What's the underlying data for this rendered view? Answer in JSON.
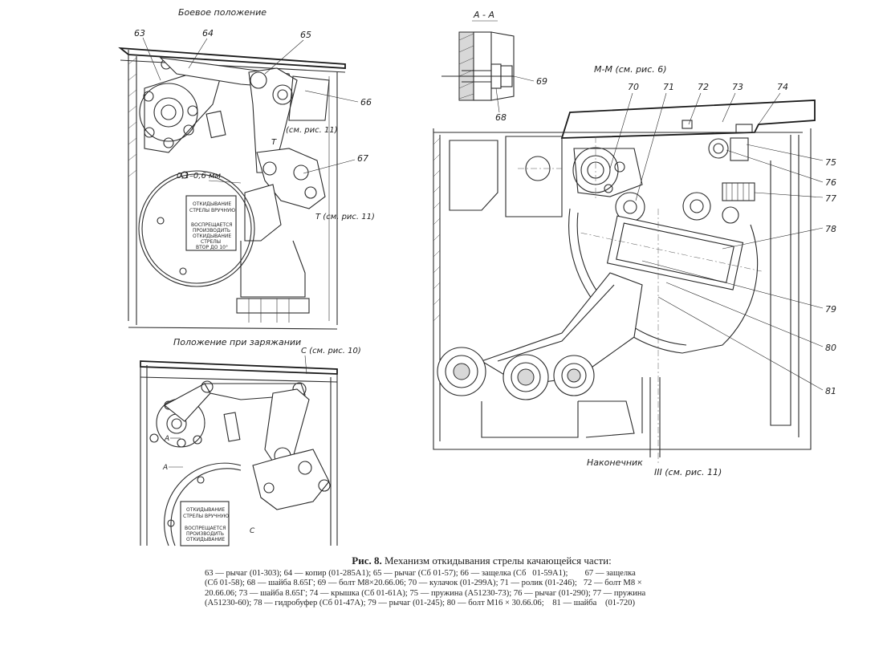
{
  "views": {
    "combat": {
      "title": "Боевое положение"
    },
    "loading": {
      "title": "Положение при заряжании"
    },
    "section_aa": {
      "title": "А - А"
    },
    "section_mm": {
      "title": "М-М (см. рис. 6)"
    }
  },
  "callouts": {
    "c63": "63",
    "c64": "64",
    "c65": "65",
    "c66": "66",
    "c67": "67",
    "c68": "68",
    "c69": "69",
    "c70": "70",
    "c71": "71",
    "c72": "72",
    "c73": "73",
    "c74": "74",
    "c75": "75",
    "c76": "76",
    "c77": "77",
    "c78": "78",
    "c79": "79",
    "c80": "80",
    "c81": "81"
  },
  "annotations": {
    "see_fig11_top": "(см. рис. 11)",
    "t_label": "T",
    "t_see_fig11": "T (см. рис. 11)",
    "gap": "0,1–0,6 мм",
    "c_see_fig10": "С (см. рис. 10)",
    "a_label": "А",
    "c_label": "С",
    "tip": "Наконечник",
    "iii_see_fig11": "III (см. рис. 11)"
  },
  "plate_texts": {
    "plate1": [
      "ОТКИДЫВАНИЕ",
      "СТРЕЛЫ ВРУЧНУЮ",
      "ВОСПРЕЩАЕТСЯ",
      "ПРОИЗВОДИТЬ",
      "ОТКИДЫВАНИЕ",
      "СТРЕЛЫ",
      "ВТОР ДО 10°"
    ],
    "plate2": [
      "ОТКИДЫВАНИЕ",
      "СТРЕЛЫ ВРУЧНУЮ",
      "ВОСПРЕЩАЕТСЯ",
      "ПРОИЗВОДИТЬ",
      "ОТКИДЫВАНИЕ"
    ]
  },
  "caption": {
    "fig_label": "Рис. 8.",
    "title": "Механизм откидывания стрелы качающейся части:",
    "lines": [
      "63 — рычаг (01-303); 64 — копир (01-285А1); 65 — рычаг (Сб 01-57); 66 — защелка (Сб   01-59А1);        67 — защелка",
      "(Сб 01-58); 68 — шайба 8.65Г; 69 — болт М8×20.66.06; 70 — кулачок (01-299А); 71 — ролик (01-246);   72 — болт М8 ×",
      "20.66.06; 73 — шайба 8.65Г; 74 — крышка (Сб 01-61А); 75 — пружина (А51230-73); 76 — рычаг (01-290); 77 — пружина",
      "(А51230-60); 78 — гидробуфер (Сб 01-47А); 79 — рычаг (01-245); 80 — болт М16 × 30.66.06;    81 — шайба    (01-720)"
    ]
  }
}
